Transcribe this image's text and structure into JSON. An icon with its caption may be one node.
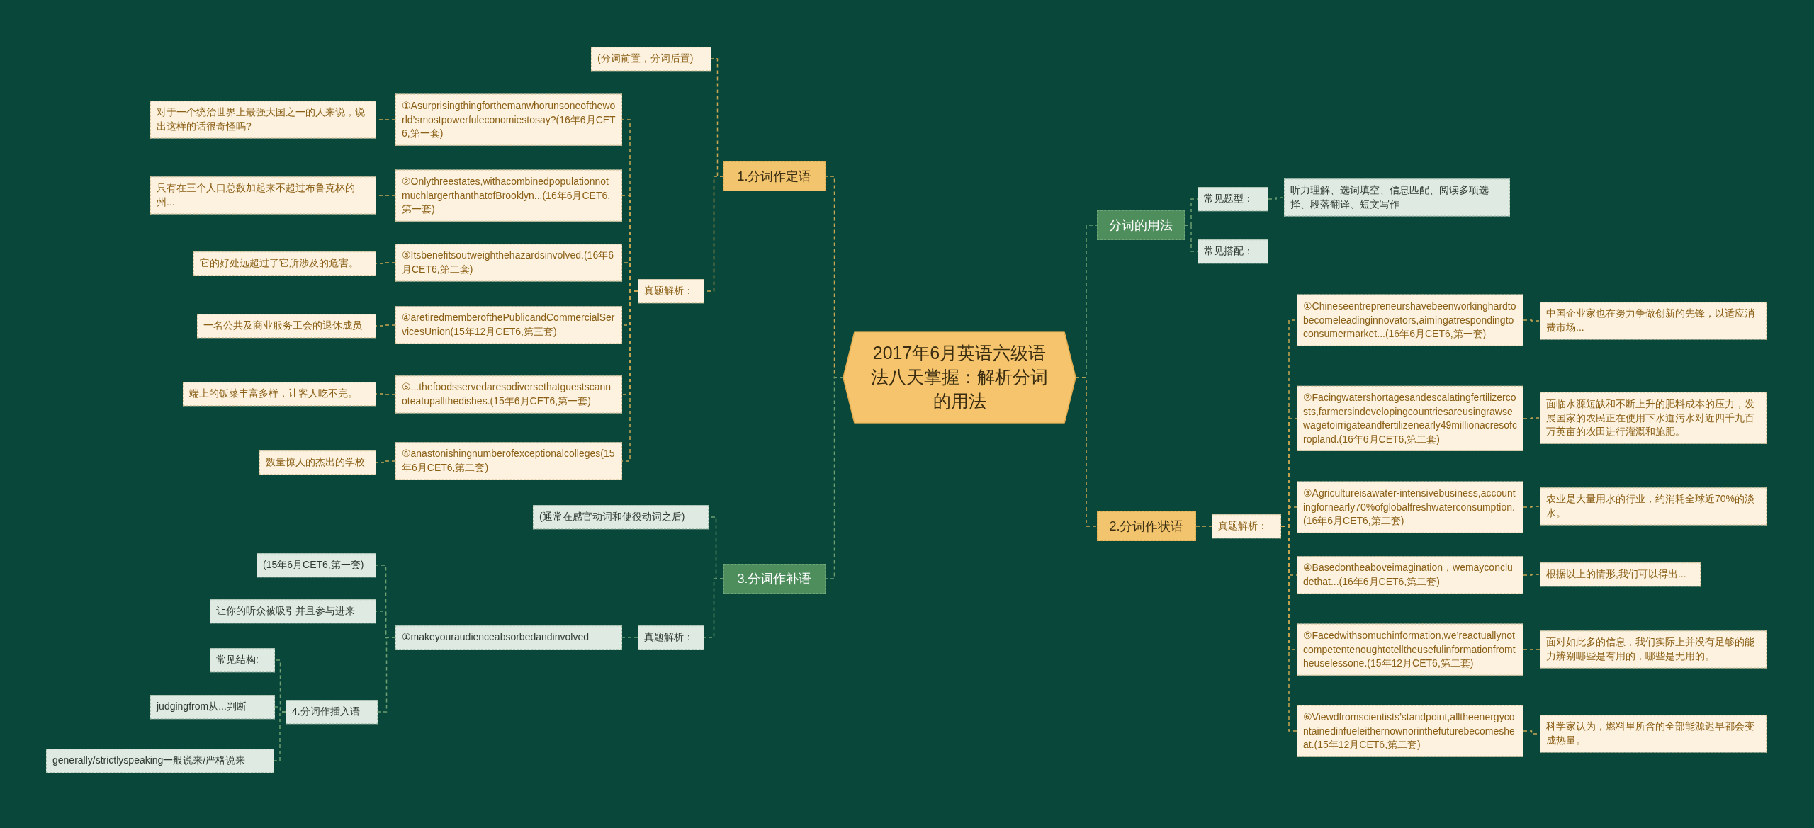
{
  "diagram": {
    "nodes": [
      {
        "text": [
          "2017年6月英语六级语法八天掌握：解析分词的用法"
        ]
      },
      {
        "text": [
          "1.分词作定语"
        ]
      },
      {
        "text": [
          "(分词前置，分词后置)"
        ]
      },
      {
        "text": [
          "真题解析："
        ]
      },
      {
        "text": [
          "①Asurprisingthingforthemanwhorunsoneoftheworld’smostpowerfuleconomiestosay?(16年6月CET6,第一套)"
        ]
      },
      {
        "text": [
          "对于一个统治世界上最强大国之一的人来说，说出这样的话很奇怪吗?"
        ]
      },
      {
        "text": [
          "②Onlythreestates,withacombinedpopulationnotmuchlargerthanthatofBrooklyn...(16年6月CET6,第一套)"
        ]
      },
      {
        "text": [
          "只有在三个人口总数加起来不超过布鲁克林的州..."
        ]
      },
      {
        "text": [
          "③Itsbenefitsoutweighthehazardsinvolved.(16年6月CET6,第二套)"
        ]
      },
      {
        "text": [
          "它的好处远超过了它所涉及的危害。"
        ]
      },
      {
        "text": [
          "④aretiredmemberofthePublicandCommercialServicesUnion(15年12月CET6,第三套)"
        ]
      },
      {
        "text": [
          "一名公共及商业服务工会的退休成员"
        ]
      },
      {
        "text": [
          "⑤...thefoodsservedaresodiversethatguestscannoteatupallthedishes.(15年6月CET6,第一套)"
        ]
      },
      {
        "text": [
          "端上的饭菜丰富多样，让客人吃不完。"
        ]
      },
      {
        "text": [
          "⑥anastonishingnumberofexceptionalcolleges(15年6月CET6,第二套)"
        ]
      },
      {
        "text": [
          "数量惊人的杰出的学校"
        ]
      },
      {
        "text": [
          "3.分词作补语"
        ]
      },
      {
        "text": [
          "(通常在感官动词和使役动词之后)"
        ]
      },
      {
        "text": [
          "真题解析："
        ]
      },
      {
        "text": [
          "①makeyouraudienceabsorbedandinvolved"
        ]
      },
      {
        "text": [
          "(15年6月CET6,第一套)"
        ]
      },
      {
        "text": [
          "让你的听众被吸引并且参与进来"
        ]
      },
      {
        "text": [
          "4.分词作插入语"
        ]
      },
      {
        "text": [
          "常见结构:"
        ]
      },
      {
        "text": [
          "judgingfrom从...判断"
        ]
      },
      {
        "text": [
          "generally/strictlyspeaking一般说来/严格说来"
        ]
      },
      {
        "text": [
          "分词的用法"
        ]
      },
      {
        "text": [
          "常见题型："
        ]
      },
      {
        "text": [
          "听力理解、选词填空、信息匹配、阅读多项选择、段落翻译、短文写作"
        ]
      },
      {
        "text": [
          "常见搭配："
        ]
      },
      {
        "text": [
          "2.分词作状语"
        ]
      },
      {
        "text": [
          "真题解析："
        ]
      },
      {
        "text": [
          "①Chineseentrepreneurshavebeenworkinghardtobecomeleadinginnovators,aimingatrespondingtoconsumermarket...(16年6月CET6,第一套)"
        ]
      },
      {
        "text": [
          "中国企业家也在努力争做创新的先锋，以适应消费市场..."
        ]
      },
      {
        "text": [
          "②Facingwatershortagesandescalatingfertilizercosts,farmersindevelopingcountriesareusingrawsewagetoirrigateandfertilizenearly49millionacresofcropland.(16年6月CET6,第二套)"
        ]
      },
      {
        "text": [
          "面临水源短缺和不断上升的肥料成本的压力，发展国家的农民正在使用下水道污水对近四千九百万英亩的农田进行灌溉和施肥。"
        ]
      },
      {
        "text": [
          "③Agricultureisawater-intensivebusiness,accountingfornearly70%ofglobalfreshwaterconsumption.(16年6月CET6,第二套)"
        ]
      },
      {
        "text": [
          "农业是大量用水的行业，约消耗全球近70%的淡水。"
        ]
      },
      {
        "text": [
          "④Basedontheaboveimagination，wemayconcludethat...(16年6月CET6,第二套)"
        ]
      },
      {
        "text": [
          "根据以上的情形,我们可以得出..."
        ]
      },
      {
        "text": [
          "⑤Facedwithsomuchinformation,we’reactuallynotcompetentenoughtotelltheusefulinformationfromtheuselessone.(15年12月CET6,第二套)"
        ]
      },
      {
        "text": [
          "面对如此多的信息，我们实际上并没有足够的能力辨别哪些是有用的，哪些是无用的。"
        ]
      },
      {
        "text": [
          "⑥Viewdfromscientists’standpoint,alltheenergycontainedinfueleithernownorinthefuturebecomesheat.(15年12月CET6,第二套)"
        ]
      },
      {
        "text": [
          "科学家认为，燃料里所含的全部能源迟早都会变成热量。"
        ]
      }
    ],
    "edges": [
      {
        "from": 0,
        "to": 1,
        "arrow": "none"
      },
      {
        "from": 1,
        "to": 2,
        "arrow": "none"
      },
      {
        "from": 1,
        "to": 3,
        "arrow": "none"
      },
      {
        "from": 3,
        "to": 4,
        "arrow": "none"
      },
      {
        "from": 4,
        "to": 5,
        "arrow": "none"
      },
      {
        "from": 3,
        "to": 6,
        "arrow": "none"
      },
      {
        "from": 6,
        "to": 7,
        "arrow": "none"
      },
      {
        "from": 3,
        "to": 8,
        "arrow": "none"
      },
      {
        "from": 8,
        "to": 9,
        "arrow": "none"
      },
      {
        "from": 3,
        "to": 10,
        "arrow": "none"
      },
      {
        "from": 10,
        "to": 11,
        "arrow": "none"
      },
      {
        "from": 3,
        "to": 12,
        "arrow": "none"
      },
      {
        "from": 12,
        "to": 13,
        "arrow": "none"
      },
      {
        "from": 3,
        "to": 14,
        "arrow": "none"
      },
      {
        "from": 14,
        "to": 15,
        "arrow": "none"
      },
      {
        "from": 0,
        "to": 16,
        "arrow": "none",
        "color": "#6e9e72"
      },
      {
        "from": 16,
        "to": 17,
        "arrow": "none",
        "color": "#6e9e72"
      },
      {
        "from": 16,
        "to": 18,
        "arrow": "none",
        "color": "#6e9e72"
      },
      {
        "from": 18,
        "to": 19,
        "arrow": "none",
        "color": "#6e9e72"
      },
      {
        "from": 19,
        "to": 20,
        "arrow": "none",
        "color": "#6e9e72"
      },
      {
        "from": 19,
        "to": 21,
        "arrow": "none",
        "color": "#6e9e72"
      },
      {
        "from": 19,
        "to": 22,
        "arrow": "none",
        "color": "#6e9e72"
      },
      {
        "from": 22,
        "to": 23,
        "arrow": "none",
        "color": "#6e9e72"
      },
      {
        "from": 22,
        "to": 24,
        "arrow": "none",
        "color": "#6e9e72"
      },
      {
        "from": 22,
        "to": 25,
        "arrow": "none",
        "color": "#6e9e72"
      },
      {
        "from": 0,
        "to": 26,
        "arrow": "none",
        "color": "#6e9e72"
      },
      {
        "from": 26,
        "to": 27,
        "arrow": "none",
        "color": "#6e9e72"
      },
      {
        "from": 27,
        "to": 28,
        "arrow": "none",
        "color": "#6e9e72"
      },
      {
        "from": 26,
        "to": 29,
        "arrow": "none",
        "color": "#6e9e72"
      },
      {
        "from": 0,
        "to": 30,
        "arrow": "none"
      },
      {
        "from": 30,
        "to": 31,
        "arrow": "none"
      },
      {
        "from": 31,
        "to": 32,
        "arrow": "none"
      },
      {
        "from": 32,
        "to": 33,
        "arrow": "none"
      },
      {
        "from": 31,
        "to": 34,
        "arrow": "none"
      },
      {
        "from": 34,
        "to": 35,
        "arrow": "none"
      },
      {
        "from": 31,
        "to": 36,
        "arrow": "none"
      },
      {
        "from": 36,
        "to": 37,
        "arrow": "none"
      },
      {
        "from": 31,
        "to": 38,
        "arrow": "none"
      },
      {
        "from": 38,
        "to": 39,
        "arrow": "none"
      },
      {
        "from": 31,
        "to": 40,
        "arrow": "none"
      },
      {
        "from": 40,
        "to": 41,
        "arrow": "none"
      },
      {
        "from": 31,
        "to": 42,
        "arrow": "none"
      },
      {
        "from": 42,
        "to": 43,
        "arrow": "none"
      }
    ]
  }
}
